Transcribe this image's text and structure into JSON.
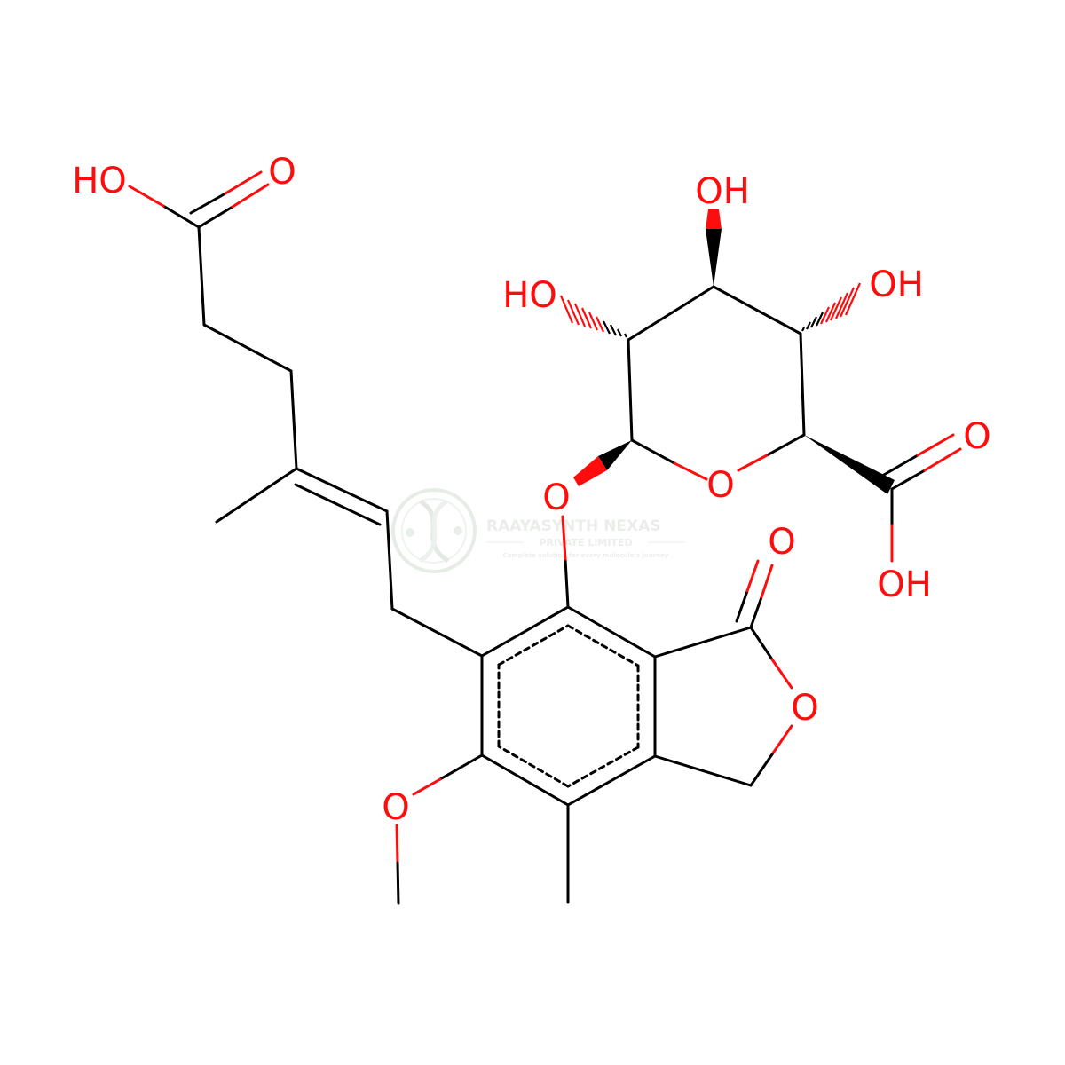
{
  "colors": {
    "bond": "#000000",
    "oxygen": "#ff0d0d",
    "watermark": "#dde5dd",
    "background": "#ffffff"
  },
  "atom_labels": {
    "ho_acid_chain": "HO",
    "o_carbonyl_chain": "O",
    "oh_top": "OH",
    "ho_left_ring": "HO",
    "oh_right_ring": "OH",
    "o_glycosidic": "O",
    "o_pyran_ring": "O",
    "o_carboxyl_double": "O",
    "oh_carboxyl": "OH",
    "o_lactone_carbonyl": "O",
    "o_lactone_ring": "O",
    "o_methoxy": "O"
  },
  "watermark": {
    "title": "RAAYASYNTH NEXAS",
    "subtitle": "PRIVATE LIMITED",
    "tagline": "Complete solution for every molecule's journey",
    "icon": "dna-helix-logo-icon"
  }
}
